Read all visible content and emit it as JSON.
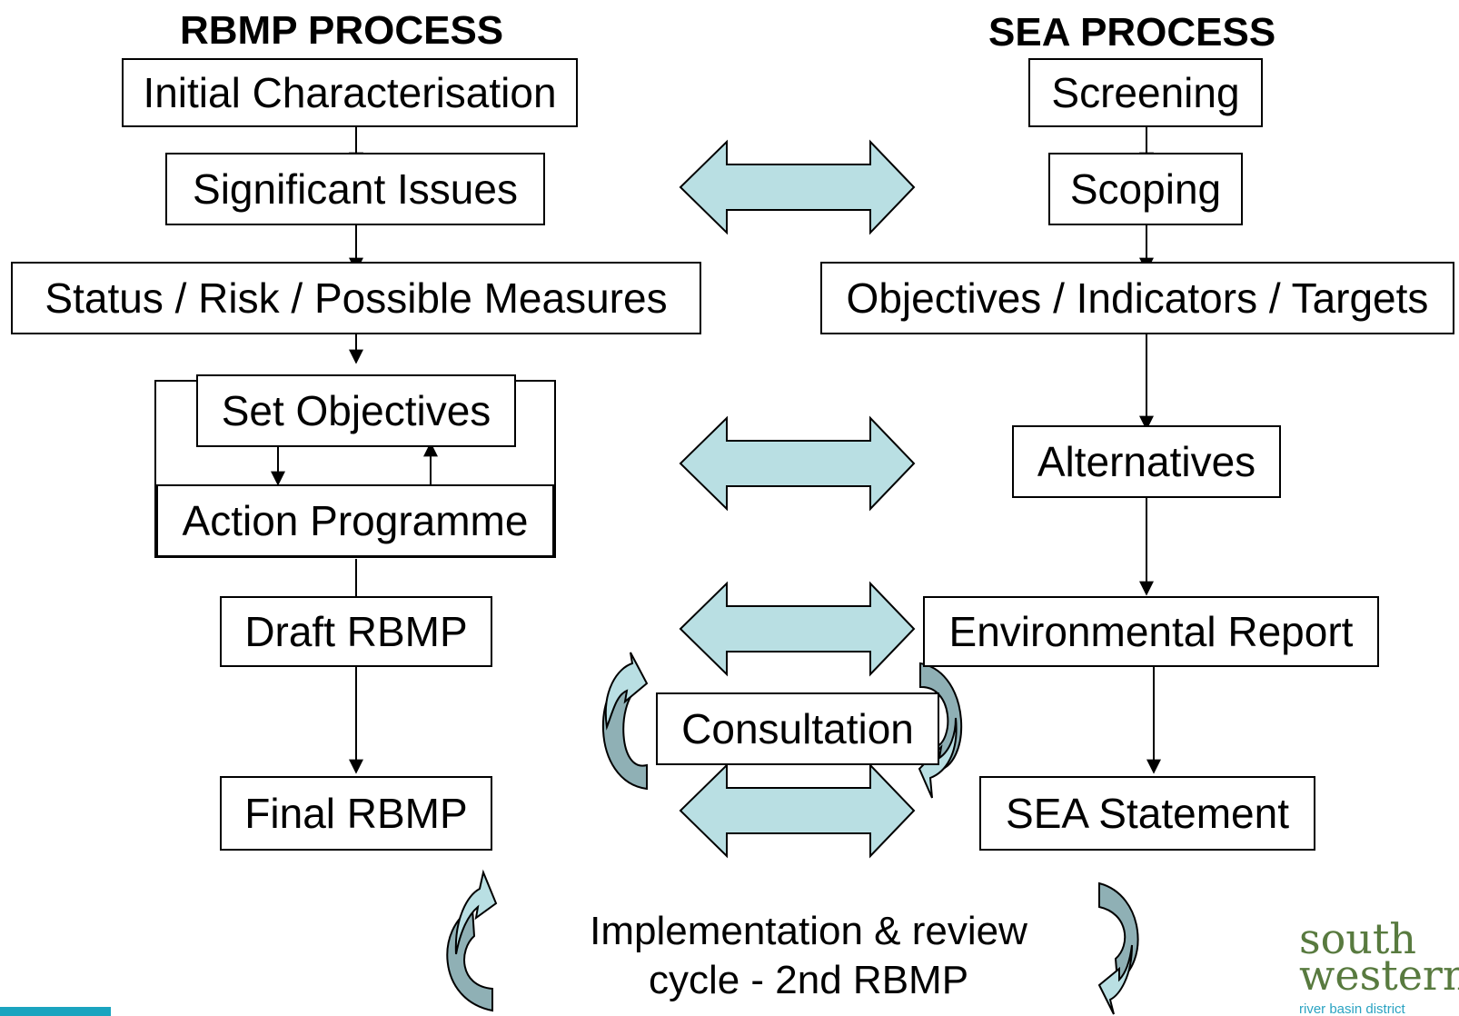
{
  "rbmp": {
    "heading": "RBMP PROCESS",
    "initial_characterisation": "Initial Characterisation",
    "significant_issues": "Significant Issues",
    "status_risk": "Status / Risk / Possible Measures",
    "set_objectives": "Set Objectives",
    "action_programme": "Action Programme",
    "draft_rbmp": "Draft RBMP",
    "final_rbmp": "Final RBMP"
  },
  "sea": {
    "heading": "SEA PROCESS",
    "screening": "Screening",
    "scoping": "Scoping",
    "objectives_indicators": "Objectives / Indicators / Targets",
    "alternatives": "Alternatives",
    "environmental_report": "Environmental Report",
    "sea_statement": "SEA Statement"
  },
  "consultation": "Consultation",
  "cycle": {
    "line1": "Implementation & review",
    "line2": "cycle - 2nd RBMP"
  },
  "logo": {
    "line1": "south",
    "line2": "western",
    "line3": "river basin district"
  },
  "colors": {
    "arrow_fill": "#b9dfe3",
    "arrow_dark": "#8fb0b5",
    "logo_green": "#587a3f",
    "logo_blue": "#2aa3c2",
    "teal_bar": "#1aa4bf"
  }
}
